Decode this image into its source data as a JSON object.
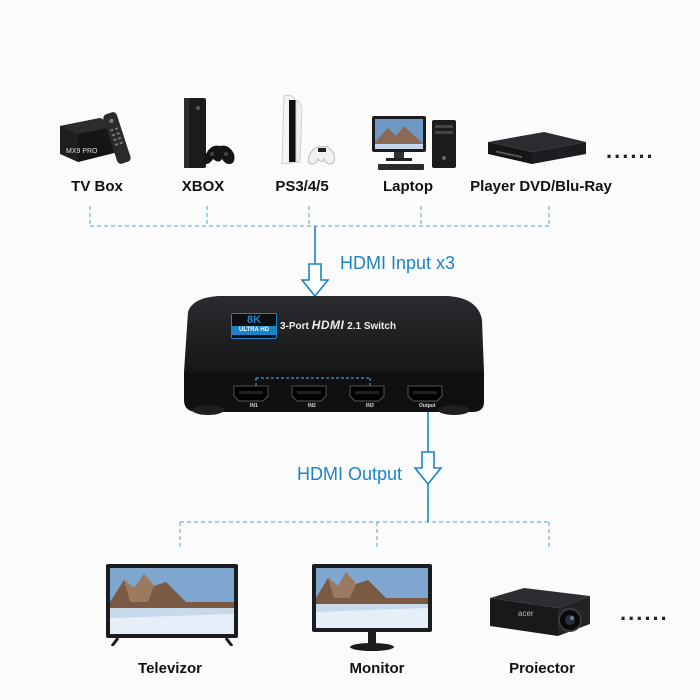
{
  "inputs": {
    "devices": [
      {
        "label": "TV Box",
        "icon": "tv-box-icon"
      },
      {
        "label": "XBOX",
        "icon": "xbox-icon"
      },
      {
        "label": "PS3/4/5",
        "icon": "playstation-icon"
      },
      {
        "label": "Laptop",
        "icon": "desktop-computer-icon"
      },
      {
        "label": "Player DVD/Blu-Ray",
        "icon": "dvd-player-icon"
      }
    ],
    "more": "......",
    "caption": "HDMI Input x3"
  },
  "switch": {
    "badge_top": "8K",
    "badge_bottom": "ULTRA HD",
    "title_pre": "3-Port",
    "title_brand": "HDMI",
    "title_post": "2.1 Switch",
    "ports": [
      "IN1",
      "IN2",
      "IN3",
      "Output"
    ],
    "mini_logo": "MX9 PRO"
  },
  "outputs": {
    "caption": "HDMI Output",
    "devices": [
      {
        "label": "Televizor",
        "icon": "television-icon"
      },
      {
        "label": "Monitor",
        "icon": "monitor-icon"
      },
      {
        "label": "Proiector",
        "icon": "projector-icon"
      }
    ],
    "more": "......",
    "projector_brand": "acer"
  },
  "colors": {
    "accent": "#1c84c6",
    "device_body": "#1b1c1e",
    "background": "#fbfbfb"
  }
}
